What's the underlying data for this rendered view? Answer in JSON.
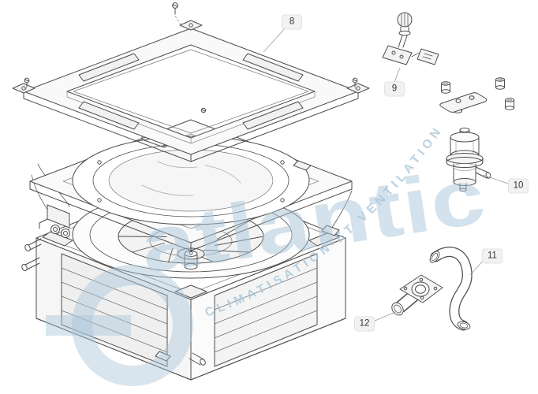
{
  "diagram": {
    "callouts": [
      {
        "label": "8"
      },
      {
        "label": "9"
      },
      {
        "label": "10"
      },
      {
        "label": "11"
      },
      {
        "label": "12"
      }
    ]
  },
  "watermark": {
    "brand": "atlantic",
    "tagline": "CLIMATISATION ET VENTILATION",
    "color": "#a9c6da"
  }
}
